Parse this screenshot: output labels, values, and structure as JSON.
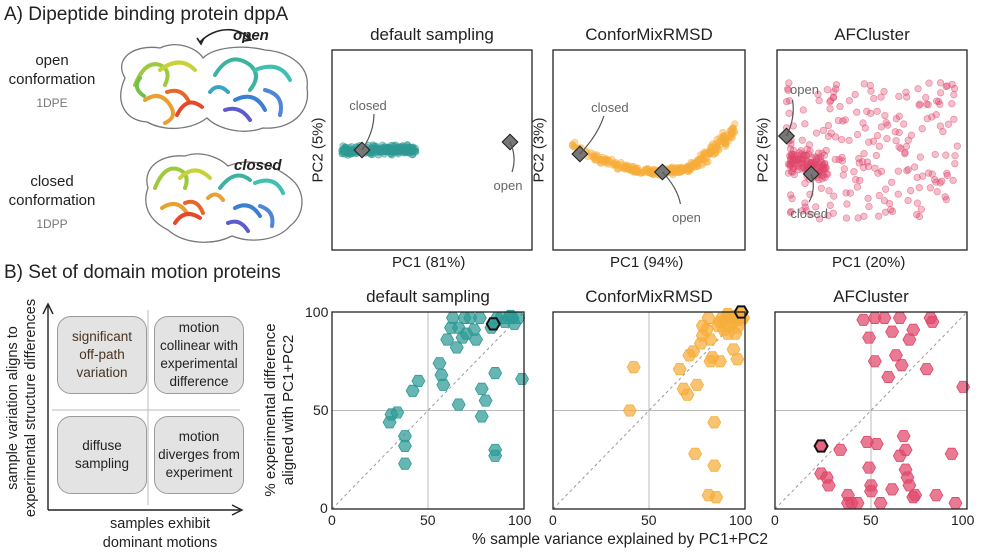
{
  "sections": {
    "a_title": "A) Dipeptide binding protein dppA",
    "b_title": "B)  Set of domain motion proteins"
  },
  "structures": {
    "open_label": "open\nconformation",
    "open_pdb": "1DPE",
    "open_tag": "open",
    "closed_label": "closed\nconformation",
    "closed_pdb": "1DPP",
    "closed_tag": "closed"
  },
  "quadrant": {
    "y_axis": "sample variation aligns to\nexperimental structure differences",
    "x_axis": "samples exhibit\ndominant motions",
    "top_left": "significant\noff-path\nvariation",
    "top_right": "motion\ncollinear with\nexperimental\ndifference",
    "bottom_left": "diffuse\nsampling",
    "bottom_right": "motion\ndiverges from\nexperiment"
  },
  "colors": {
    "default": "#2e9a95",
    "conformix": "#f6ad3a",
    "afcluster": "#e0466a",
    "marker": "#777777",
    "grid": "#bbbbbb"
  },
  "chart_data": [
    {
      "type": "scatter",
      "id": "pca_default",
      "title": "default sampling",
      "xlabel": "PC1 (81%)",
      "ylabel": "PC2 (5%)",
      "xlim": [
        0,
        100
      ],
      "ylim": [
        0,
        100
      ],
      "cloud": {
        "x_range": [
          5,
          42
        ],
        "y_center": 50,
        "y_spread": 3,
        "count": 260
      },
      "markers": [
        {
          "label": "closed",
          "x": 15,
          "y": 50
        },
        {
          "label": "open",
          "x": 89,
          "y": 54
        }
      ]
    },
    {
      "type": "scatter",
      "id": "pca_conformix",
      "title": "ConforMixRMSD",
      "xlabel": "PC1 (94%)",
      "ylabel": "PC2 (3%)",
      "xlim": [
        0,
        100
      ],
      "ylim": [
        0,
        100
      ],
      "cloud": {
        "curve": "arc",
        "x_range": [
          10,
          95
        ],
        "count": 300
      },
      "markers": [
        {
          "label": "closed",
          "x": 14,
          "y": 48
        },
        {
          "label": "open",
          "x": 57,
          "y": 39
        }
      ]
    },
    {
      "type": "scatter",
      "id": "pca_afcluster",
      "title": "AFCluster",
      "xlabel": "PC1 (20%)",
      "ylabel": "PC2 (5%)",
      "xlim": [
        0,
        100
      ],
      "ylim": [
        0,
        100
      ],
      "cloud": {
        "x_range": [
          5,
          95
        ],
        "y_range": [
          15,
          85
        ],
        "count": 320
      },
      "markers": [
        {
          "label": "open",
          "x": 5,
          "y": 57
        },
        {
          "label": "closed",
          "x": 18,
          "y": 38
        }
      ]
    },
    {
      "type": "scatter",
      "id": "align_default",
      "title": "default sampling",
      "xlabel": "% sample variance explained by PC1+PC2",
      "ylabel": "% experimental difference\naligned with PC1+PC2",
      "xlim": [
        0,
        100
      ],
      "ylim": [
        0,
        100
      ],
      "xticks": [
        0,
        50,
        100
      ],
      "yticks": [
        0,
        50,
        100
      ],
      "points": [
        [
          30,
          44
        ],
        [
          31,
          48
        ],
        [
          34,
          49
        ],
        [
          38,
          37
        ],
        [
          38,
          32
        ],
        [
          38,
          23
        ],
        [
          42,
          60
        ],
        [
          45,
          65
        ],
        [
          56,
          74
        ],
        [
          57,
          68
        ],
        [
          58,
          63
        ],
        [
          60,
          86
        ],
        [
          62,
          92
        ],
        [
          63,
          97
        ],
        [
          65,
          82
        ],
        [
          66,
          92
        ],
        [
          66,
          53
        ],
        [
          68,
          87
        ],
        [
          69,
          97
        ],
        [
          70,
          89
        ],
        [
          72,
          97
        ],
        [
          74,
          91
        ],
        [
          75,
          86
        ],
        [
          77,
          97
        ],
        [
          78,
          61
        ],
        [
          78,
          47
        ],
        [
          80,
          55
        ],
        [
          83,
          92
        ],
        [
          85,
          69
        ],
        [
          85,
          30
        ],
        [
          85,
          27
        ],
        [
          86,
          97
        ],
        [
          88,
          97
        ],
        [
          90,
          95
        ],
        [
          92,
          97
        ],
        [
          93,
          98
        ],
        [
          95,
          94
        ],
        [
          97,
          97
        ],
        [
          99,
          66
        ],
        [
          94,
          97
        ]
      ],
      "highlight": [
        [
          84,
          94
        ]
      ]
    },
    {
      "type": "scatter",
      "id": "align_conformix",
      "title": "ConforMixRMSD",
      "xlim": [
        0,
        100
      ],
      "ylim": [
        0,
        100
      ],
      "points": [
        [
          40,
          50
        ],
        [
          42,
          72
        ],
        [
          66,
          71
        ],
        [
          68,
          61
        ],
        [
          70,
          58
        ],
        [
          71,
          78
        ],
        [
          73,
          80
        ],
        [
          74,
          28
        ],
        [
          75,
          63
        ],
        [
          77,
          84
        ],
        [
          78,
          93
        ],
        [
          78,
          88
        ],
        [
          80,
          91
        ],
        [
          81,
          7
        ],
        [
          81,
          97
        ],
        [
          82,
          86
        ],
        [
          82,
          75
        ],
        [
          83,
          77
        ],
        [
          84,
          44
        ],
        [
          84,
          22
        ],
        [
          85,
          6
        ],
        [
          86,
          93
        ],
        [
          87,
          95
        ],
        [
          87,
          75
        ],
        [
          88,
          97
        ],
        [
          89,
          91
        ],
        [
          90,
          97
        ],
        [
          91,
          89
        ],
        [
          91,
          99
        ],
        [
          92,
          93
        ],
        [
          93,
          97
        ],
        [
          94,
          95
        ],
        [
          95,
          98
        ],
        [
          95,
          89
        ],
        [
          96,
          92
        ],
        [
          97,
          97
        ],
        [
          98,
          96
        ],
        [
          99,
          97
        ],
        [
          96,
          76
        ],
        [
          94,
          81
        ]
      ],
      "highlight": [
        [
          98,
          100
        ]
      ]
    },
    {
      "type": "scatter",
      "id": "align_afcluster",
      "title": "AFCluster",
      "xlim": [
        0,
        100
      ],
      "ylim": [
        0,
        100
      ],
      "points": [
        [
          24,
          18
        ],
        [
          27,
          16
        ],
        [
          28,
          12
        ],
        [
          34,
          30
        ],
        [
          38,
          3
        ],
        [
          38,
          7
        ],
        [
          40,
          3
        ],
        [
          43,
          3
        ],
        [
          46,
          96
        ],
        [
          48,
          34
        ],
        [
          49,
          87
        ],
        [
          49,
          21
        ],
        [
          50,
          12
        ],
        [
          50,
          9
        ],
        [
          52,
          97
        ],
        [
          52,
          75
        ],
        [
          53,
          33
        ],
        [
          55,
          3
        ],
        [
          57,
          97
        ],
        [
          59,
          67
        ],
        [
          61,
          90
        ],
        [
          61,
          10
        ],
        [
          63,
          78
        ],
        [
          65,
          97
        ],
        [
          65,
          27
        ],
        [
          66,
          73
        ],
        [
          67,
          37
        ],
        [
          68,
          30
        ],
        [
          68,
          20
        ],
        [
          69,
          16
        ],
        [
          70,
          86
        ],
        [
          70,
          12
        ],
        [
          72,
          91
        ],
        [
          72,
          6
        ],
        [
          73,
          7
        ],
        [
          79,
          71
        ],
        [
          81,
          97
        ],
        [
          82,
          95
        ],
        [
          84,
          7
        ],
        [
          98,
          62
        ],
        [
          94,
          3
        ],
        [
          92,
          28
        ]
      ],
      "highlight": [
        [
          24,
          32
        ]
      ]
    }
  ]
}
